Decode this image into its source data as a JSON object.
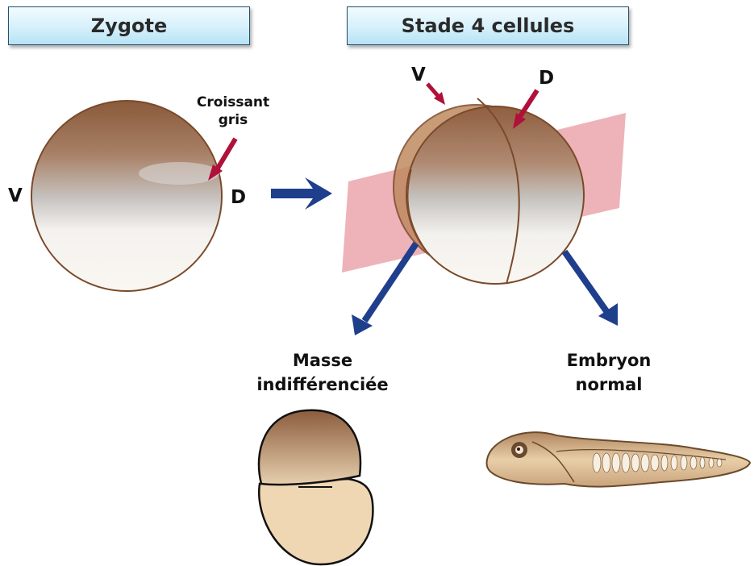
{
  "headers": {
    "zygote": "Zygote",
    "four_cell": "Stade 4 cellules"
  },
  "zygote": {
    "ventral": "V",
    "dorsal": "D",
    "grey_crescent": [
      "Croissant",
      "gris"
    ]
  },
  "four_cell": {
    "ventral": "V",
    "dorsal": "D"
  },
  "outcomes": {
    "left": [
      "Masse",
      "indifférenciée"
    ],
    "right": [
      "Embryon",
      "normal"
    ]
  },
  "colors": {
    "arrow_blue": "#1f3f8c",
    "arrow_red": "#b0103a",
    "plane_pink": "#e9a0a8",
    "egg_brown": "#8a5a3b"
  }
}
